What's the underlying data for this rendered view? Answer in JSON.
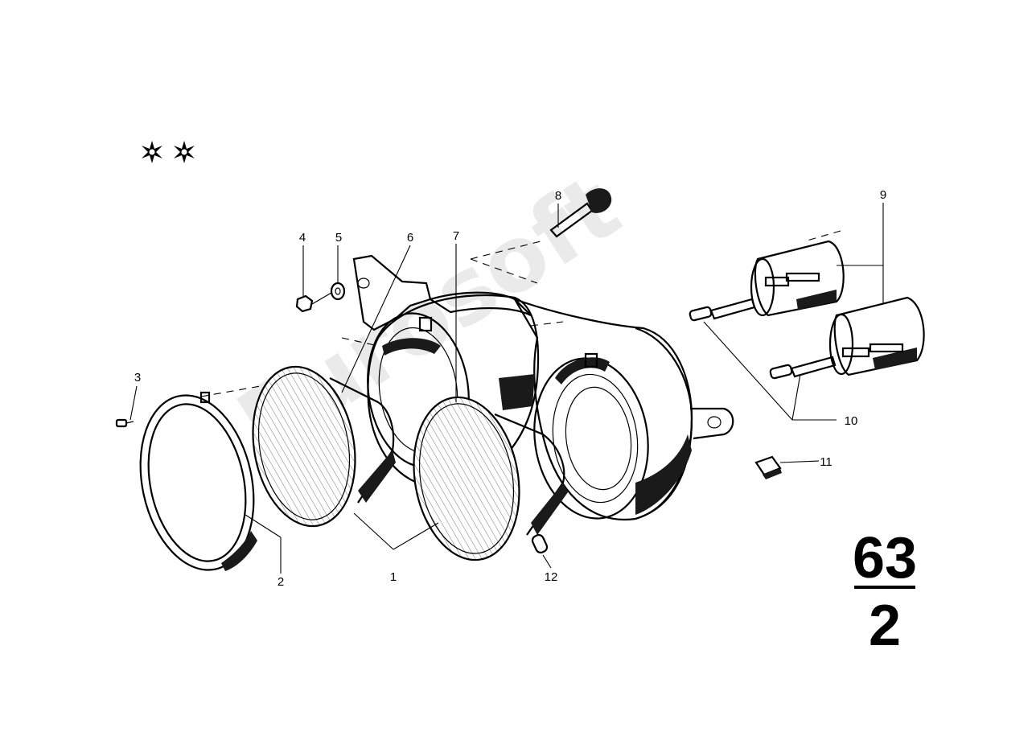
{
  "diagram": {
    "group_number": "63",
    "subgroup_number": "2",
    "watermark": "Eurosoft",
    "symbol": "**",
    "parts": [
      {
        "id": "1",
        "label": "1"
      },
      {
        "id": "2",
        "label": "2"
      },
      {
        "id": "3",
        "label": "3"
      },
      {
        "id": "4",
        "label": "4"
      },
      {
        "id": "5",
        "label": "5"
      },
      {
        "id": "6",
        "label": "6"
      },
      {
        "id": "7",
        "label": "7"
      },
      {
        "id": "8",
        "label": "8"
      },
      {
        "id": "9",
        "label": "9"
      },
      {
        "id": "10",
        "label": "10"
      },
      {
        "id": "11",
        "label": "11"
      },
      {
        "id": "12",
        "label": "12"
      }
    ]
  }
}
